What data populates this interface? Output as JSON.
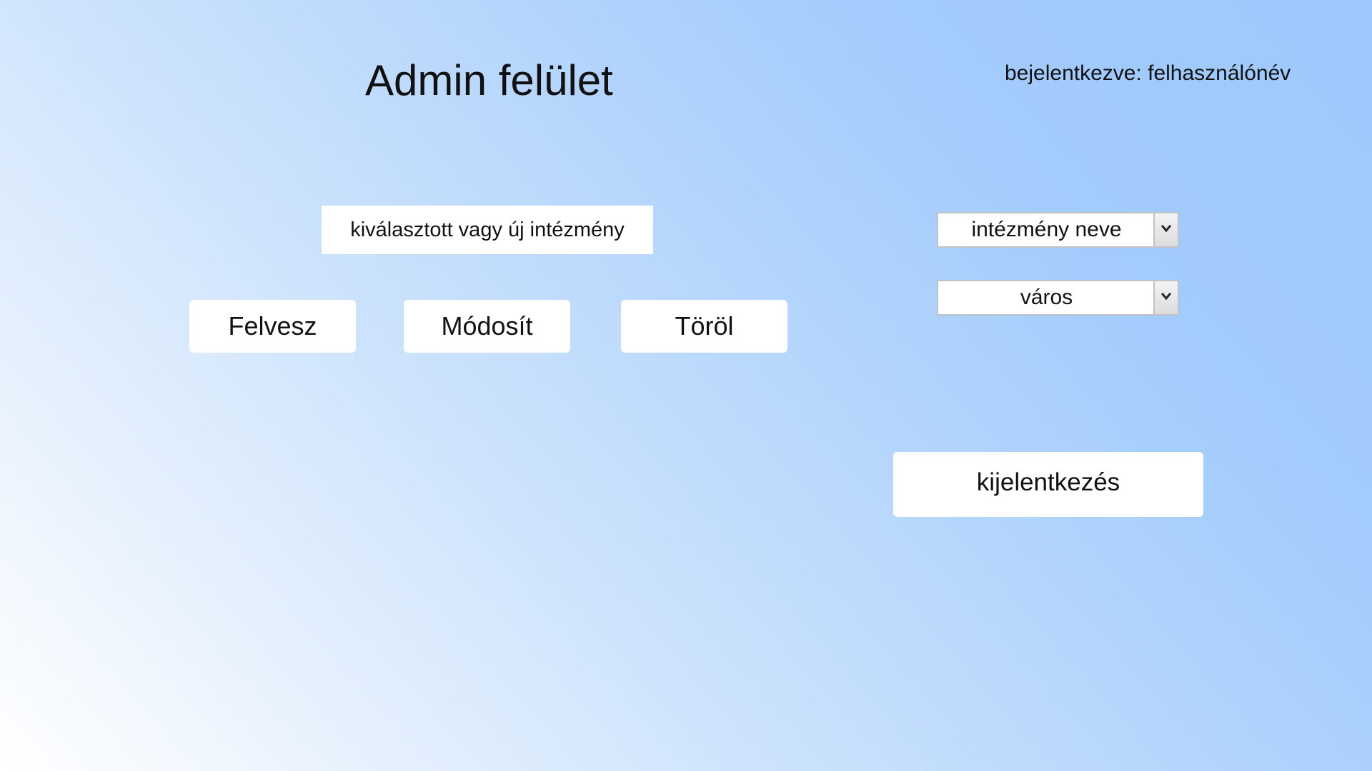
{
  "header": {
    "title": "Admin felület",
    "login_status": "bejelentkezve: felhasználónév"
  },
  "institution": {
    "field_value": "kiválasztott vagy új intézmény"
  },
  "actions": {
    "add_label": "Felvesz",
    "modify_label": "Módosít",
    "delete_label": "Töröl"
  },
  "filters": {
    "name_select": {
      "selected": "intézmény neve",
      "icon": "chevron-down-icon"
    },
    "city_select": {
      "selected": "város",
      "icon": "chevron-down-icon"
    }
  },
  "logout": {
    "label": "kijelentkezés"
  }
}
